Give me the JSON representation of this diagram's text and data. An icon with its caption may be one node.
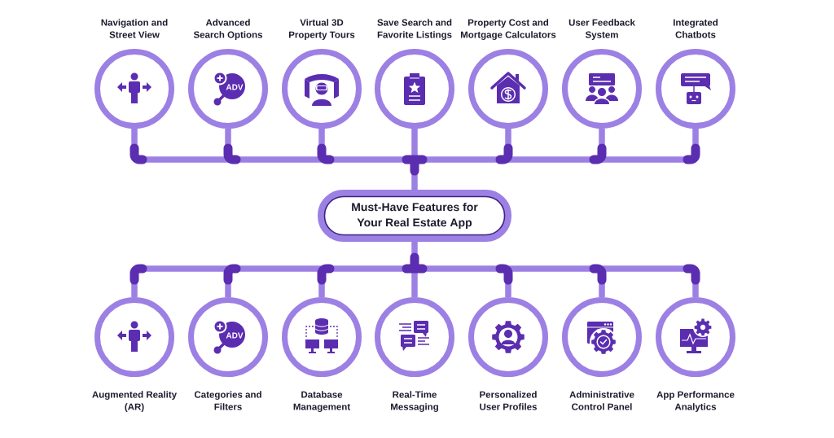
{
  "diagram": {
    "nodes": [
      {
        "text": [
          "Navigation and Street View"
        ]
      },
      {
        "text": [
          "Advanced Search Options"
        ]
      },
      {
        "text": [
          "Virtual 3D Property Tours"
        ]
      },
      {
        "text": [
          "Save Search and Favorite Listings"
        ]
      },
      {
        "text": [
          "Property Cost and Mortgage Calculators"
        ]
      },
      {
        "text": [
          "User Feedback System"
        ]
      },
      {
        "text": [
          "Integrated Chatbots"
        ]
      },
      {
        "text": [
          "Must-Have Features for Your Real Estate App"
        ]
      },
      {
        "text": [
          "Augmented Reality (AR)"
        ]
      },
      {
        "text": [
          "Categories and Filters"
        ]
      },
      {
        "text": [
          "Database Management"
        ]
      },
      {
        "text": [
          "Real-Time Messaging"
        ]
      },
      {
        "text": [
          "Personalized User Profiles"
        ]
      },
      {
        "text": [
          "Administrative Control Panel"
        ]
      },
      {
        "text": [
          "App Performance Analytics"
        ]
      }
    ],
    "edges": [
      {
        "from": 7,
        "to": 0,
        "arrow": "none"
      },
      {
        "from": 7,
        "to": 1,
        "arrow": "none"
      },
      {
        "from": 7,
        "to": 2,
        "arrow": "none"
      },
      {
        "from": 7,
        "to": 3,
        "arrow": "none"
      },
      {
        "from": 7,
        "to": 4,
        "arrow": "none"
      },
      {
        "from": 7,
        "to": 5,
        "arrow": "none"
      },
      {
        "from": 7,
        "to": 6,
        "arrow": "none"
      },
      {
        "from": 7,
        "to": 8,
        "arrow": "none"
      },
      {
        "from": 7,
        "to": 9,
        "arrow": "none"
      },
      {
        "from": 7,
        "to": 10,
        "arrow": "none"
      },
      {
        "from": 7,
        "to": 11,
        "arrow": "none"
      },
      {
        "from": 7,
        "to": 12,
        "arrow": "none"
      },
      {
        "from": 7,
        "to": 13,
        "arrow": "none"
      },
      {
        "from": 7,
        "to": 14,
        "arrow": "none"
      }
    ],
    "labels": [
      "ADV",
      "ADV"
    ]
  }
}
